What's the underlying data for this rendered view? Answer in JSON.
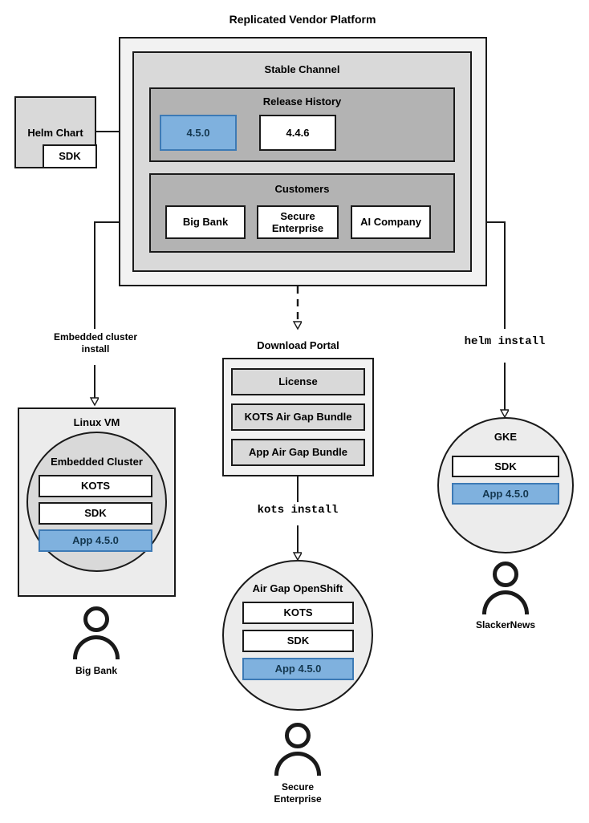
{
  "diagram": {
    "title": "Replicated Vendor Platform",
    "accent_blue": "#7fb1de",
    "accent_blue_border": "#3d7ab5",
    "accent_blue_text": "#14374f",
    "shade_outer": "#f2f2f2",
    "shade_channel": "#d9d9d9",
    "shade_section": "#b3b3b3",
    "stroke": "#1a1a1a"
  },
  "helm_chart": {
    "label": "Helm Chart",
    "sdk_label": "SDK"
  },
  "platform": {
    "channel": {
      "title": "Stable Channel",
      "release_history": {
        "title": "Release History",
        "releases": [
          {
            "version": "4.5.0",
            "state": "current"
          },
          {
            "version": "4.4.6",
            "state": "previous"
          }
        ]
      },
      "customers": {
        "title": "Customers",
        "items": [
          {
            "name": "Big Bank"
          },
          {
            "name": "Secure\nEnterprise"
          },
          {
            "name": "AI Company"
          }
        ]
      }
    }
  },
  "flows": {
    "embedded_install_label": "Embedded cluster\ninstall",
    "kots_install_label": "kots install",
    "helm_install_label": "helm install"
  },
  "download_portal": {
    "title": "Download Portal",
    "artifacts": [
      {
        "name": "License"
      },
      {
        "name": "KOTS Air Gap Bundle"
      },
      {
        "name": "App Air Gap Bundle"
      }
    ]
  },
  "targets": [
    {
      "id": "linux-vm",
      "outer_title": "Linux VM",
      "inner_title": "Embedded Cluster",
      "components": [
        {
          "name": "KOTS",
          "style": "white"
        },
        {
          "name": "SDK",
          "style": "white"
        },
        {
          "name": "App 4.5.0",
          "style": "blue"
        }
      ],
      "customer": "Big Bank"
    },
    {
      "id": "air-gap-openshift",
      "outer_title": "",
      "inner_title": "Air Gap OpenShift",
      "components": [
        {
          "name": "KOTS",
          "style": "white"
        },
        {
          "name": "SDK",
          "style": "white"
        },
        {
          "name": "App 4.5.0",
          "style": "blue"
        }
      ],
      "customer": "Secure\nEnterprise"
    },
    {
      "id": "gke",
      "outer_title": "",
      "inner_title": "GKE",
      "components": [
        {
          "name": "SDK",
          "style": "white"
        },
        {
          "name": "App 4.5.0",
          "style": "blue"
        }
      ],
      "customer": "SlackerNews"
    }
  ]
}
